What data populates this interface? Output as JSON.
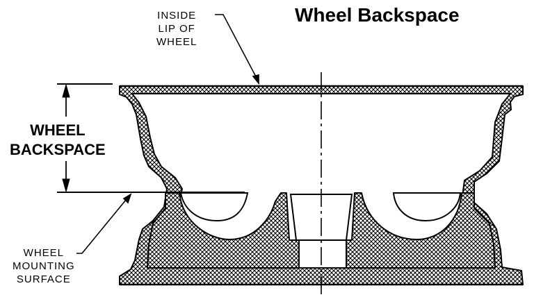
{
  "title": "Wheel Backspace",
  "callouts": {
    "inside_lip": [
      "INSIDE",
      "LIP OF",
      "WHEEL"
    ],
    "mounting_surface": [
      "WHEEL",
      "MOUNTING",
      "SURFACE"
    ]
  },
  "dimension_label": [
    "WHEEL",
    "BACKSPACE"
  ],
  "colors": {
    "ink": "#000000",
    "background": "#ffffff"
  }
}
